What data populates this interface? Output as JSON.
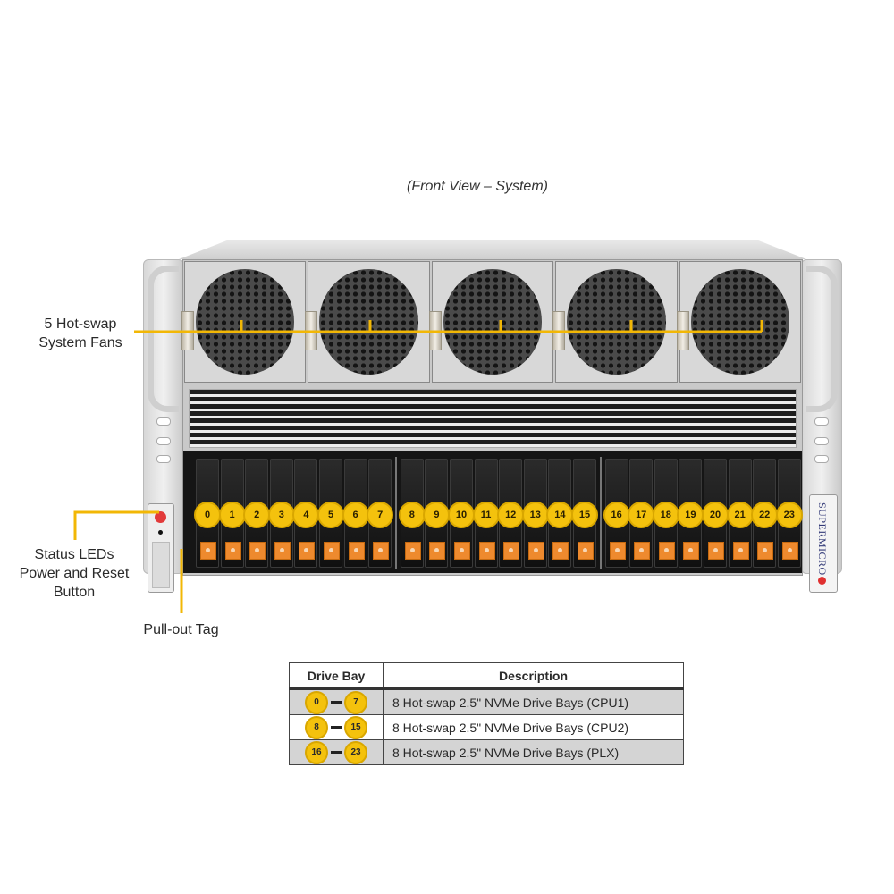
{
  "caption": "(Front View – System)",
  "callouts": {
    "fans_line1": "5 Hot-swap",
    "fans_line2": "System Fans",
    "status_line1": "Status LEDs",
    "status_line2": "Power and Reset",
    "status_line3": "Button",
    "pullout": "Pull-out Tag"
  },
  "brand": "SUPERMICRO",
  "drive_bays": [
    "0",
    "1",
    "2",
    "3",
    "4",
    "5",
    "6",
    "7",
    "8",
    "9",
    "10",
    "11",
    "12",
    "13",
    "14",
    "15",
    "16",
    "17",
    "18",
    "19",
    "20",
    "21",
    "22",
    "23"
  ],
  "fan_count": 5,
  "legend": {
    "headers": {
      "bay": "Drive Bay",
      "desc": "Description"
    },
    "rows": [
      {
        "from": "0",
        "to": "7",
        "desc": "8 Hot-swap 2.5\" NVMe Drive Bays (CPU1)"
      },
      {
        "from": "8",
        "to": "15",
        "desc": "8 Hot-swap 2.5\" NVMe Drive Bays (CPU2)"
      },
      {
        "from": "16",
        "to": "23",
        "desc": "8 Hot-swap 2.5\" NVMe Drive Bays (PLX)"
      }
    ]
  },
  "colors": {
    "callout_line": "#f2b705",
    "badge": "#f4c20d",
    "tab": "#ee8a2e",
    "power": "#e23a3a"
  }
}
